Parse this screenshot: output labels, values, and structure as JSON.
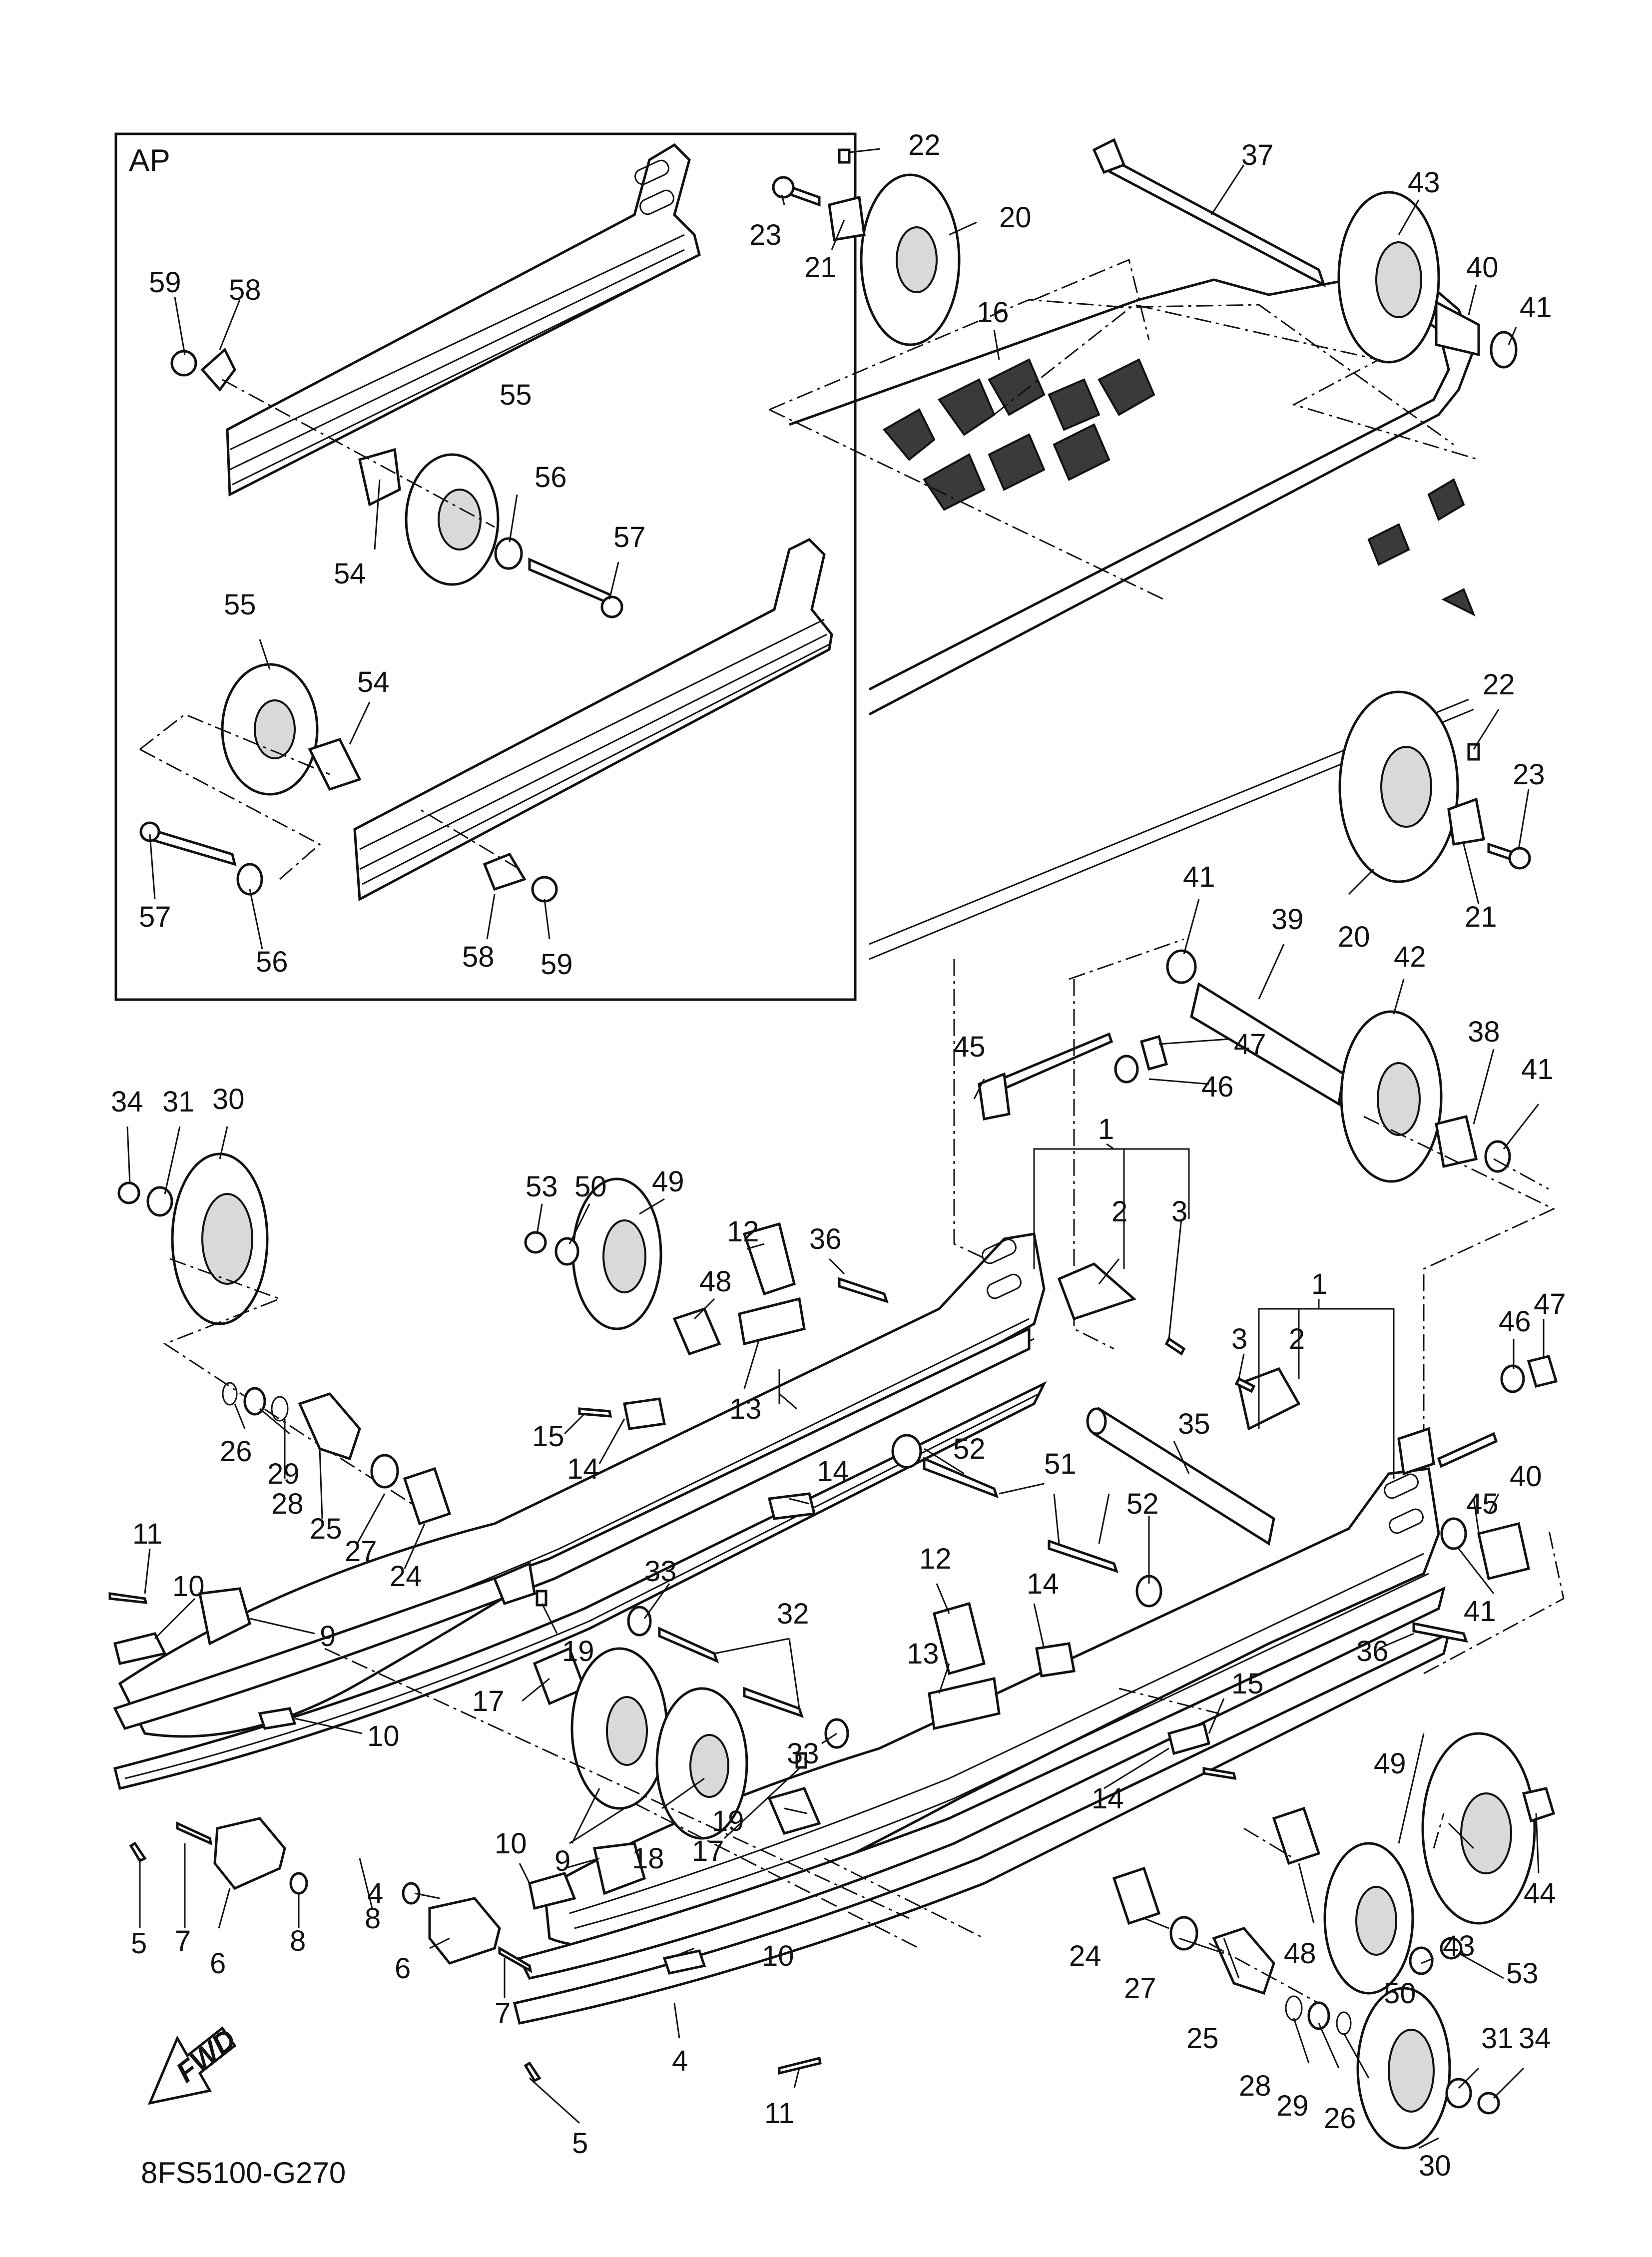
{
  "inset_label": "AP",
  "diagram_code": "8FS5100-G270",
  "fwd_label": "FWD",
  "callouts": [
    {
      "id": "c22a",
      "text": "22"
    },
    {
      "id": "c23a",
      "text": "23"
    },
    {
      "id": "c21a",
      "text": "21"
    },
    {
      "id": "c20a",
      "text": "20"
    },
    {
      "id": "c37",
      "text": "37"
    },
    {
      "id": "c43a",
      "text": "43"
    },
    {
      "id": "c40a",
      "text": "40"
    },
    {
      "id": "c41a",
      "text": "41"
    },
    {
      "id": "c16",
      "text": "16"
    },
    {
      "id": "c59a",
      "text": "59"
    },
    {
      "id": "c58a",
      "text": "58"
    },
    {
      "id": "c55a",
      "text": "55"
    },
    {
      "id": "c56a",
      "text": "56"
    },
    {
      "id": "c57a",
      "text": "57"
    },
    {
      "id": "c54a",
      "text": "54"
    },
    {
      "id": "c55b",
      "text": "55"
    },
    {
      "id": "c54b",
      "text": "54"
    },
    {
      "id": "c57b",
      "text": "57"
    },
    {
      "id": "c56b",
      "text": "56"
    },
    {
      "id": "c58b",
      "text": "58"
    },
    {
      "id": "c59b",
      "text": "59"
    },
    {
      "id": "c22b",
      "text": "22"
    },
    {
      "id": "c23b",
      "text": "23"
    },
    {
      "id": "c20b",
      "text": "20"
    },
    {
      "id": "c21b",
      "text": "21"
    },
    {
      "id": "c41b",
      "text": "41"
    },
    {
      "id": "c39",
      "text": "39"
    },
    {
      "id": "c42",
      "text": "42"
    },
    {
      "id": "c45a",
      "text": "45"
    },
    {
      "id": "c47a",
      "text": "47"
    },
    {
      "id": "c46a",
      "text": "46"
    },
    {
      "id": "c38",
      "text": "38"
    },
    {
      "id": "c41c",
      "text": "41"
    },
    {
      "id": "c34a",
      "text": "34"
    },
    {
      "id": "c31a",
      "text": "31"
    },
    {
      "id": "c30a",
      "text": "30"
    },
    {
      "id": "c53a",
      "text": "53"
    },
    {
      "id": "c50a",
      "text": "50"
    },
    {
      "id": "c49a",
      "text": "49"
    },
    {
      "id": "c12a",
      "text": "12"
    },
    {
      "id": "c36a",
      "text": "36"
    },
    {
      "id": "c48a",
      "text": "48"
    },
    {
      "id": "c13a",
      "text": "13"
    },
    {
      "id": "c1a",
      "text": "1"
    },
    {
      "id": "c2a",
      "text": "2"
    },
    {
      "id": "c3a",
      "text": "3"
    },
    {
      "id": "c1b",
      "text": "1"
    },
    {
      "id": "c3b",
      "text": "3"
    },
    {
      "id": "c2b",
      "text": "2"
    },
    {
      "id": "c46b",
      "text": "46"
    },
    {
      "id": "c47b",
      "text": "47"
    },
    {
      "id": "c15a",
      "text": "15"
    },
    {
      "id": "c14a",
      "text": "14"
    },
    {
      "id": "c14b",
      "text": "14"
    },
    {
      "id": "c26a",
      "text": "26"
    },
    {
      "id": "c29a",
      "text": "29"
    },
    {
      "id": "c28a",
      "text": "28"
    },
    {
      "id": "c25a",
      "text": "25"
    },
    {
      "id": "c27a",
      "text": "27"
    },
    {
      "id": "c24a",
      "text": "24"
    },
    {
      "id": "c52a",
      "text": "52"
    },
    {
      "id": "c35",
      "text": "35"
    },
    {
      "id": "c45b",
      "text": "45"
    },
    {
      "id": "c40b",
      "text": "40"
    },
    {
      "id": "c51",
      "text": "51"
    },
    {
      "id": "c52b",
      "text": "52"
    },
    {
      "id": "c41d",
      "text": "41"
    },
    {
      "id": "c36b",
      "text": "36"
    },
    {
      "id": "c11a",
      "text": "11"
    },
    {
      "id": "c10a",
      "text": "10"
    },
    {
      "id": "c9a",
      "text": "9"
    },
    {
      "id": "c10b",
      "text": "10"
    },
    {
      "id": "c33a",
      "text": "33"
    },
    {
      "id": "c19a",
      "text": "19"
    },
    {
      "id": "c17a",
      "text": "17"
    },
    {
      "id": "c32",
      "text": "32"
    },
    {
      "id": "c12b",
      "text": "12"
    },
    {
      "id": "c13b",
      "text": "13"
    },
    {
      "id": "c14c",
      "text": "14"
    },
    {
      "id": "c33b",
      "text": "33"
    },
    {
      "id": "c15b",
      "text": "15"
    },
    {
      "id": "c14d",
      "text": "14"
    },
    {
      "id": "c18",
      "text": "18"
    },
    {
      "id": "c19b",
      "text": "19"
    },
    {
      "id": "c17b",
      "text": "17"
    },
    {
      "id": "c5a",
      "text": "5"
    },
    {
      "id": "c7a",
      "text": "7"
    },
    {
      "id": "c6a",
      "text": "6"
    },
    {
      "id": "c8a",
      "text": "8"
    },
    {
      "id": "c4a",
      "text": "4"
    },
    {
      "id": "c10c",
      "text": "10"
    },
    {
      "id": "c9b",
      "text": "9"
    },
    {
      "id": "c8b",
      "text": "8"
    },
    {
      "id": "c6b",
      "text": "6"
    },
    {
      "id": "c7b",
      "text": "7"
    },
    {
      "id": "c10d",
      "text": "10"
    },
    {
      "id": "c49b",
      "text": "49"
    },
    {
      "id": "c43b",
      "text": "43"
    },
    {
      "id": "c44",
      "text": "44"
    },
    {
      "id": "c48b",
      "text": "48"
    },
    {
      "id": "c24b",
      "text": "24"
    },
    {
      "id": "c27b",
      "text": "27"
    },
    {
      "id": "c50b",
      "text": "50"
    },
    {
      "id": "c53b",
      "text": "53"
    },
    {
      "id": "c25b",
      "text": "25"
    },
    {
      "id": "c28b",
      "text": "28"
    },
    {
      "id": "c29b",
      "text": "29"
    },
    {
      "id": "c26b",
      "text": "26"
    },
    {
      "id": "c31b",
      "text": "31"
    },
    {
      "id": "c34b",
      "text": "34"
    },
    {
      "id": "c30b",
      "text": "30"
    },
    {
      "id": "c4b",
      "text": "4"
    },
    {
      "id": "c11b",
      "text": "11"
    },
    {
      "id": "c5b",
      "text": "5"
    }
  ]
}
